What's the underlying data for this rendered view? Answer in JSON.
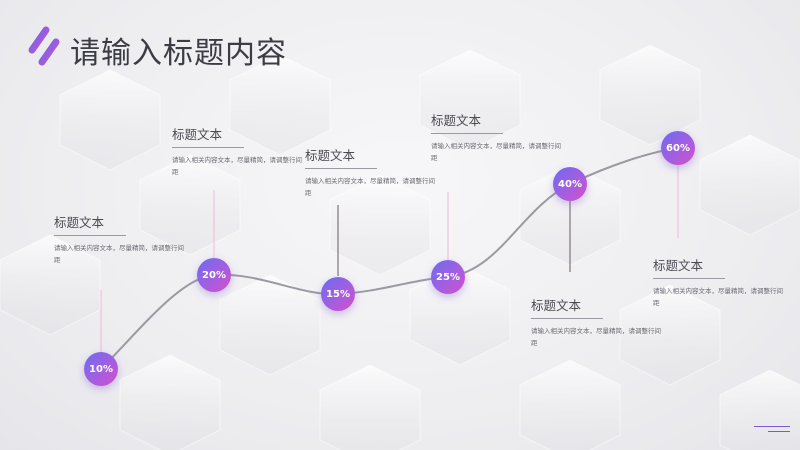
{
  "slide": {
    "title": "请输入标题内容"
  },
  "colors": {
    "node_gradient_start": "#6b6cf0",
    "node_gradient_end": "#d54fc8",
    "curve": "#9a9aa3",
    "connector_dark": "#6a5a66",
    "connector_light": "#f0b8d8"
  },
  "timeline": [
    {
      "value": "10%",
      "label_title": "标题文本",
      "label_desc": "请输入相关内容文本，尽量精简，请调整行间距"
    },
    {
      "value": "20%",
      "label_title": "标题文本",
      "label_desc": "请输入相关内容文本，尽量精简，请调整行间距"
    },
    {
      "value": "15%",
      "label_title": "标题文本",
      "label_desc": "请输入相关内容文本，尽量精简，请调整行间距"
    },
    {
      "value": "25%",
      "label_title": "标题文本",
      "label_desc": "请输入相关内容文本，尽量精简，请调整行间距"
    },
    {
      "value": "40%",
      "label_title": "标题文本",
      "label_desc": "请输入相关内容文本，尽量精简，请调整行间距"
    },
    {
      "value": "60%",
      "label_title": "标题文本",
      "label_desc": "请输入相关内容文本，尽量精简，请调整行间距"
    }
  ]
}
